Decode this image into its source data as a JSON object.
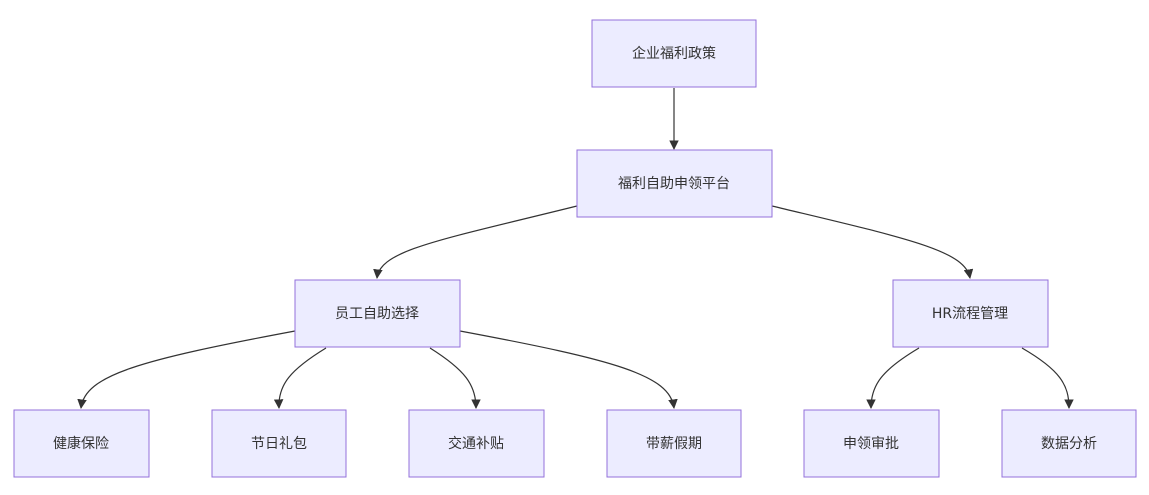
{
  "diagram": {
    "type": "flowchart-top-down",
    "colors": {
      "node_fill": "#ECECFF",
      "node_stroke": "#9370DB",
      "edge": "#333333",
      "text": "#333333"
    },
    "nodes": {
      "policy": "企业福利政策",
      "platform": "福利自助申领平台",
      "employee": "员工自助选择",
      "hr": "HR流程管理",
      "health": "健康保险",
      "holiday": "节日礼包",
      "transport": "交通补贴",
      "leave": "带薪假期",
      "approval": "申领审批",
      "analytics": "数据分析"
    },
    "edges": [
      {
        "from": "policy",
        "to": "platform"
      },
      {
        "from": "platform",
        "to": "employee"
      },
      {
        "from": "platform",
        "to": "hr"
      },
      {
        "from": "employee",
        "to": "health"
      },
      {
        "from": "employee",
        "to": "holiday"
      },
      {
        "from": "employee",
        "to": "transport"
      },
      {
        "from": "employee",
        "to": "leave"
      },
      {
        "from": "hr",
        "to": "approval"
      },
      {
        "from": "hr",
        "to": "analytics"
      }
    ]
  }
}
